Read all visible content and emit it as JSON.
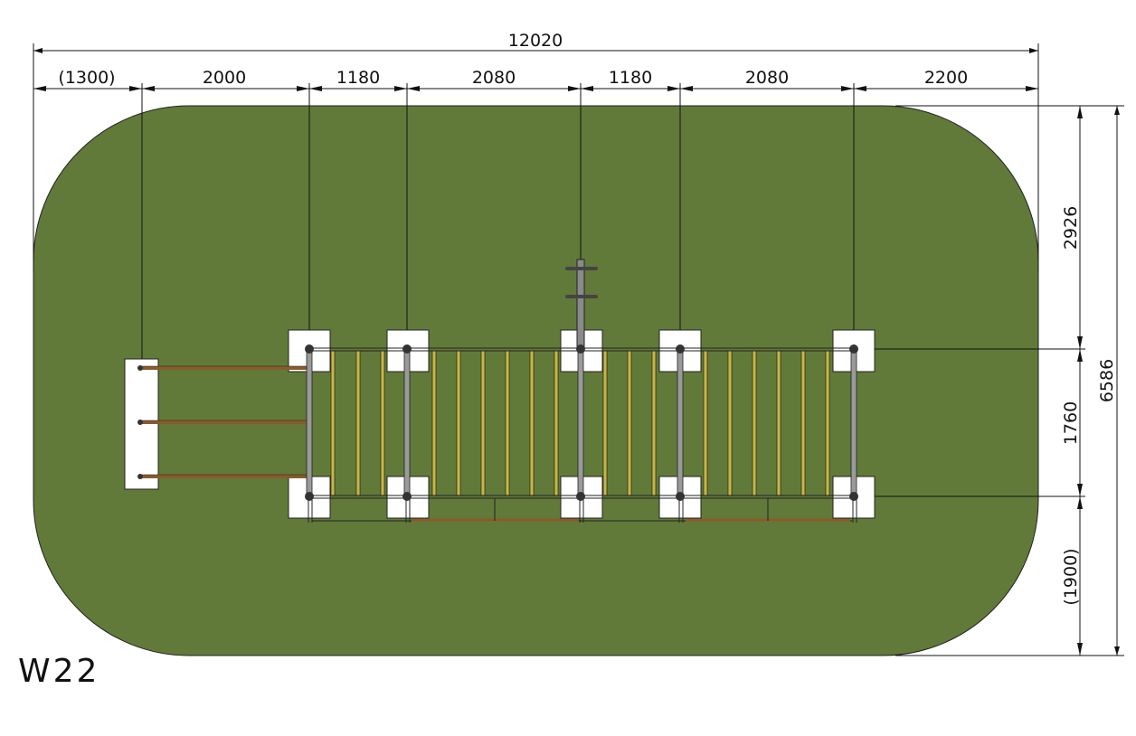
{
  "drawing": {
    "code": "W22",
    "colors": {
      "surface": "#617a39",
      "rung_yellow": "#c8b640",
      "beam_brown": "#8a5a2b",
      "line": "#111111"
    },
    "dims_top": {
      "overall": "12020",
      "segments": [
        "(1300)",
        "2000",
        "1180",
        "2080",
        "1180",
        "2080",
        "2200"
      ]
    },
    "dims_right": {
      "overall": "6586",
      "segments": [
        "2926",
        "1760",
        "(1900)"
      ]
    }
  }
}
